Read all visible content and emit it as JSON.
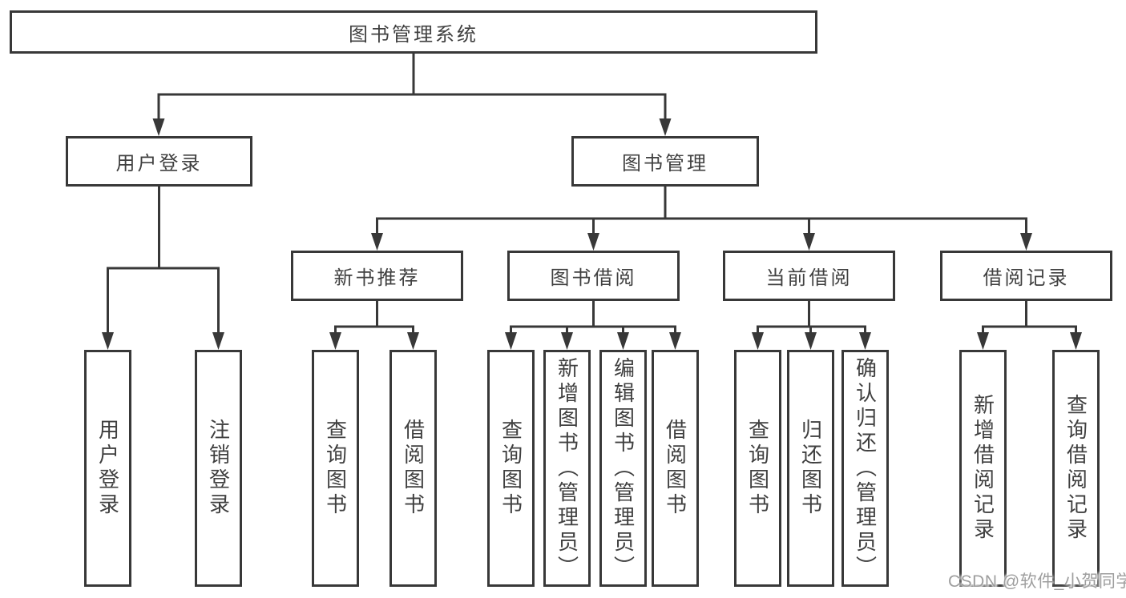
{
  "tree": {
    "root": "图书管理系统",
    "level2": [
      "用户登录",
      "图书管理"
    ],
    "level3": [
      "新书推荐",
      "图书借阅",
      "当前借阅",
      "借阅记录"
    ],
    "leaves_user_login": [
      "用户登录",
      "注销登录"
    ],
    "leaves_new_book": [
      "查询图书",
      "借阅图书"
    ],
    "leaves_book_borrow": [
      "查询图书",
      "新增图书（管理员）",
      "编辑图书（管理员）",
      "借阅图书"
    ],
    "leaves_current_borrow": [
      "查询图书",
      "归还图书",
      "确认归还（管理员）"
    ],
    "leaves_borrow_record": [
      "新增借阅记录",
      "查询借阅记录"
    ]
  },
  "watermark": "CSDN @软件_小贺同学",
  "colors": {
    "line": "#383838",
    "text": "#404040",
    "watermark": "#9e9e9e",
    "background": "#ffffff"
  }
}
